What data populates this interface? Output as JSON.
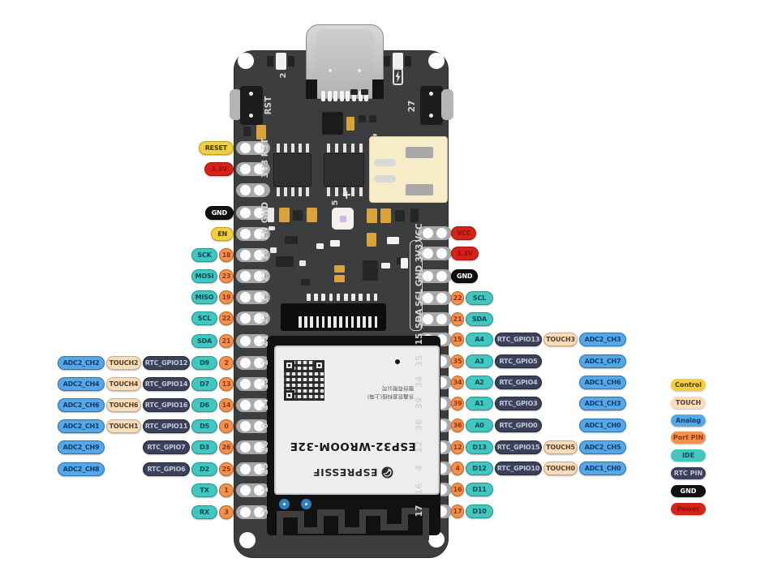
{
  "legend": {
    "items": [
      {
        "label": "Control",
        "type": "control"
      },
      {
        "label": "TOUCH",
        "type": "touch"
      },
      {
        "label": "Analog",
        "type": "analog"
      },
      {
        "label": "Port PIN",
        "type": "port"
      },
      {
        "label": "IDE",
        "type": "ide"
      },
      {
        "label": "RTC PIN",
        "type": "rtc"
      },
      {
        "label": "GND",
        "type": "gnd"
      },
      {
        "label": "Power",
        "type": "power"
      }
    ]
  },
  "pins": {
    "left": [
      {
        "special": {
          "type": "control",
          "label": "RESET"
        }
      },
      {
        "special": {
          "type": "power",
          "label": "3.3V"
        }
      },
      {},
      {
        "special": {
          "type": "gnd",
          "label": "GND"
        }
      },
      {
        "special": {
          "type": "control",
          "label": "EN"
        }
      },
      {
        "ide": "SCK",
        "port": "18"
      },
      {
        "ide": "MOSI",
        "port": "23"
      },
      {
        "ide": "MISO",
        "port": "19"
      },
      {
        "ide": "SCL",
        "port": "22"
      },
      {
        "ide": "SDA",
        "port": "21"
      },
      {
        "analog": "ADC2_CH2",
        "touch": "TOUCH2",
        "rtc": "RTC_GPIO12",
        "ide": "D9",
        "port": "2"
      },
      {
        "analog": "ADC2_CH4",
        "touch": "TOUCH4",
        "rtc": "RTC_GPIO14",
        "ide": "D7",
        "port": "13"
      },
      {
        "analog": "ADC2_CH6",
        "touch": "TOUCH6",
        "rtc": "RTC_GPIO16",
        "ide": "D6",
        "port": "14"
      },
      {
        "analog": "ADC2_CH1",
        "touch": "TOUCH1",
        "rtc": "RTC_GPIO11",
        "ide": "D5",
        "port": "0"
      },
      {
        "analog": "ADC2_CH9",
        "rtc": "RTC_GPIO7",
        "ide": "D3",
        "port": "26"
      },
      {
        "analog": "ADC2_CH8",
        "rtc": "RTC_GPIO6",
        "ide": "D2",
        "port": "25"
      },
      {
        "ide": "TX",
        "port": "1"
      },
      {
        "ide": "RX",
        "port": "3"
      }
    ],
    "right": [
      {
        "special": {
          "type": "power",
          "label": "VCC"
        }
      },
      {
        "special": {
          "type": "power",
          "label": "3.3V"
        }
      },
      {
        "special": {
          "type": "gnd",
          "label": "GND"
        }
      },
      {
        "port": "22",
        "ide": "SCL"
      },
      {
        "port": "21",
        "ide": "SDA"
      },
      {
        "port": "15",
        "ide": "A4",
        "rtc": "RTC_GPIO13",
        "touch": "TOUCH3",
        "analog": "ADC2_CH3"
      },
      {
        "port": "35",
        "ide": "A3",
        "rtc": "RTC_GPIO5",
        "analog": "ADC1_CH7"
      },
      {
        "port": "34",
        "ide": "A2",
        "rtc": "RTC_GPIO4",
        "analog": "ADC1_CH6"
      },
      {
        "port": "39",
        "ide": "A1",
        "rtc": "RTC_GPIO3",
        "analog": "ADC1_CH3"
      },
      {
        "port": "36",
        "ide": "A0",
        "rtc": "RTC_GPIO0",
        "analog": "ADC1_CH0"
      },
      {
        "port": "12",
        "ide": "D13",
        "rtc": "RTC_GPIO15",
        "touch": "TOUCH5",
        "analog": "ADC2_CH5"
      },
      {
        "port": "4",
        "ide": "D12",
        "rtc": "RTC_GPIO10",
        "touch": "TOUCH0",
        "analog": "ADC1_CH0"
      },
      {
        "port": "16",
        "ide": "D11"
      },
      {
        "port": "17",
        "ide": "D10"
      }
    ]
  },
  "silk": {
    "left": [
      "RST",
      "3V3",
      "",
      "GND",
      "EN",
      "18",
      "23",
      "19",
      "22",
      "21",
      "2",
      "13",
      "14",
      "0",
      "26",
      "25",
      "1",
      "3"
    ],
    "right": [
      "VCC",
      "3V3",
      "GND",
      "SCL",
      "SDA",
      "15",
      "35",
      "34",
      "39",
      "36",
      "12",
      "4",
      "16",
      "17"
    ]
  },
  "board": {
    "module_name": "ESP32-WROOM-32E",
    "brand": "ESPRESSIF",
    "company_line1": "乐鑫信息科技(上海)",
    "company_line2": "股份有限公司",
    "silk_rst": "RST",
    "silk_27": "27",
    "silk_2": "2",
    "silk_5": "5",
    "batt_plus": "+",
    "batt_minus": "-"
  },
  "colors": {
    "control": "#F2CF3C",
    "touch": "#F8DDBD",
    "analog": "#55A7E8",
    "port": "#EF9150",
    "ide": "#41C6C0",
    "rtc": "#3D4059",
    "gnd": "#101010",
    "power": "#D6231A",
    "board": "#3B3D3F",
    "shield": "#EDEDED"
  }
}
